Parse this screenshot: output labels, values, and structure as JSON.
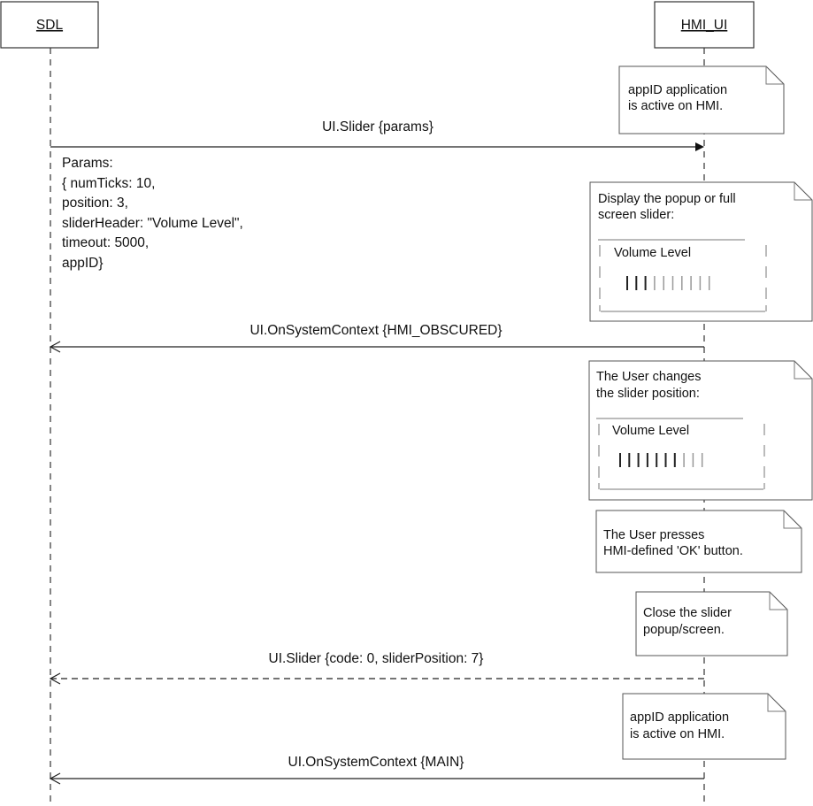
{
  "participants": {
    "sdl": "SDL",
    "hmi": "HMI_UI"
  },
  "notes": {
    "active_top": [
      "appID application",
      "is active on HMI."
    ],
    "display": [
      "Display the popup or full",
      "screen slider:"
    ],
    "display_slider_header": "Volume Level",
    "display_slider": {
      "total_ticks": 10,
      "filled_ticks": 3
    },
    "user_changes": [
      "The User changes",
      "the slider position:"
    ],
    "changes_slider_header": "Volume Level",
    "changes_slider": {
      "total_ticks": 10,
      "filled_ticks": 7
    },
    "user_presses": [
      "The User presses",
      "HMI-defined 'OK' button."
    ],
    "close": [
      "Close the slider",
      "popup/screen."
    ],
    "active_bottom": [
      "appID application",
      "is active on HMI."
    ]
  },
  "messages": {
    "m1": "UI.Slider {params}",
    "m2": "UI.OnSystemContext {HMI_OBSCURED}",
    "m3": "UI.Slider {code: 0, sliderPosition: 7}",
    "m4": "UI.OnSystemContext {MAIN}"
  },
  "params_block": [
    "Params:",
    "{ numTicks: 10,",
    "position: 3,",
    "sliderHeader: \"Volume Level\",",
    "timeout: 5000,",
    "appID}"
  ]
}
